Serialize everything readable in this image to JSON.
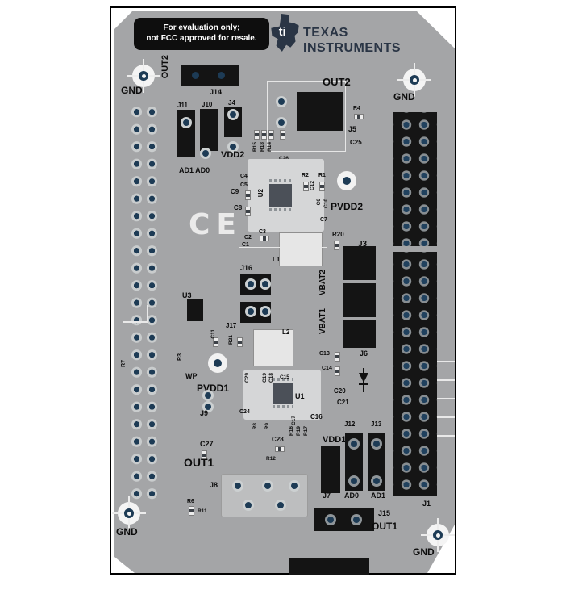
{
  "board": {
    "disclaimer": [
      "For evaluation only;",
      "not FCC approved for resale."
    ],
    "brand": {
      "line1": "TEXAS",
      "line2": "INSTRUMENTS"
    },
    "ce": "CE",
    "colors": {
      "board_gray": "#a4a5a7",
      "pad_navy": "#1d3b55",
      "silkscreen": "#0c0c0c",
      "brand_navy": "#2a3545"
    }
  },
  "labels": {
    "gnd": "GND",
    "out2_vert": "OUT2",
    "j14": "J14",
    "j11": "J11",
    "j10": "J10",
    "j4": "J4",
    "vdd2": "VDD2",
    "ad1_ad0": "AD1 AD0",
    "out2": "OUT2",
    "r4": "R4",
    "j5": "J5",
    "c25": "C25",
    "r15": "R15",
    "r18": "R18",
    "r14": "R14",
    "c26": "C26",
    "c4": "C4",
    "c5": "C5",
    "c9": "C9",
    "c8": "C8",
    "u2": "U2",
    "r2": "R2",
    "r1": "R1",
    "c12": "C12",
    "c6": "C6",
    "c10": "C10",
    "c7": "C7",
    "c3": "C3",
    "c2": "C2",
    "c1": "C1",
    "r20": "R20",
    "l1": "L1",
    "pvdd2": "PVDD2",
    "j3": "J3",
    "j16": "J16",
    "u3": "U3",
    "vbat2": "VBAT2",
    "vbat1": "VBAT1",
    "j17": "J17",
    "r21": "R21",
    "c11": "C11",
    "l2": "L2",
    "j6": "J6",
    "c13": "C13",
    "c14": "C14",
    "r3": "R3",
    "wp": "WP",
    "pvdd1": "PVDD1",
    "j9": "J9",
    "r7": "R7",
    "c29": "C29",
    "c19": "C19",
    "c18": "C18",
    "c15": "C15",
    "u1": "U1",
    "c20": "C20",
    "c21": "C21",
    "c24": "C24",
    "c16": "C16",
    "c17": "C17",
    "r8": "R8",
    "r9": "R9",
    "r16": "R16",
    "r19": "R19",
    "r17": "R17",
    "c27": "C27",
    "c28": "C28",
    "r12": "R12",
    "vdd1": "VDD1",
    "j12": "J12",
    "j13": "J13",
    "j7": "J7",
    "ad0": "AD0",
    "ad1": "AD1",
    "out1": "OUT1",
    "j8": "J8",
    "r6": "R6",
    "r11": "R11",
    "j15": "J15",
    "out1_j15": "OUT1",
    "j1": "J1"
  }
}
